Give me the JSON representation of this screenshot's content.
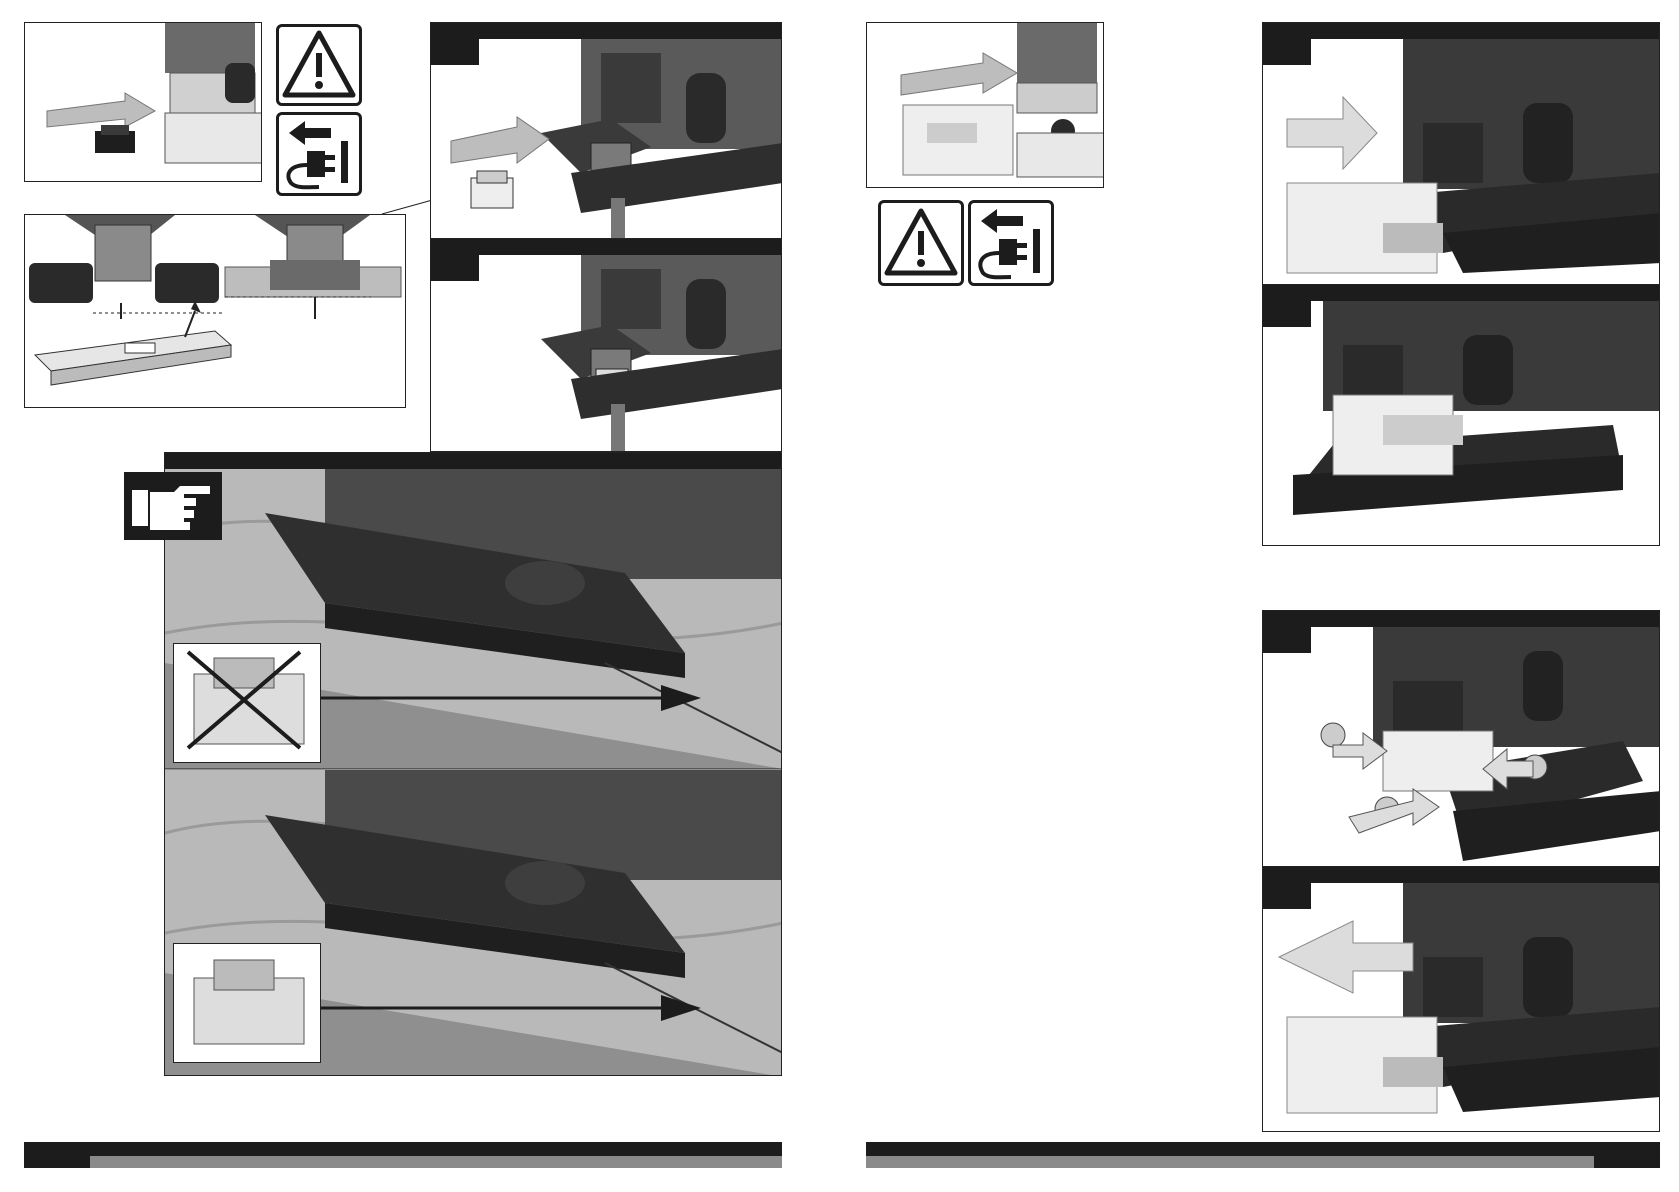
{
  "document": {
    "type": "instruction-manual-spread",
    "pages": 2
  },
  "icons": {
    "warning": "warning-triangle-icon",
    "unplug": "unplug-power-icon",
    "pointing_hand": "pointing-hand-icon",
    "arrow": "arrow-icon",
    "cross": "cross-out-icon"
  },
  "colors": {
    "dark": "#1c1c1c",
    "grey": "#8a8a8a",
    "wood": "#b9b9b9",
    "light": "#f2f2f2"
  },
  "left_page": {
    "panels": [
      "insert-top-left",
      "baseplate-detail",
      "step-insert-arrow",
      "step-insert-seated",
      "note-splinter-guard"
    ]
  },
  "right_page": {
    "panels": [
      "guard-insert-top",
      "step-attach-guard",
      "step-guard-seated",
      "step-release-guard",
      "step-remove-guard"
    ]
  }
}
